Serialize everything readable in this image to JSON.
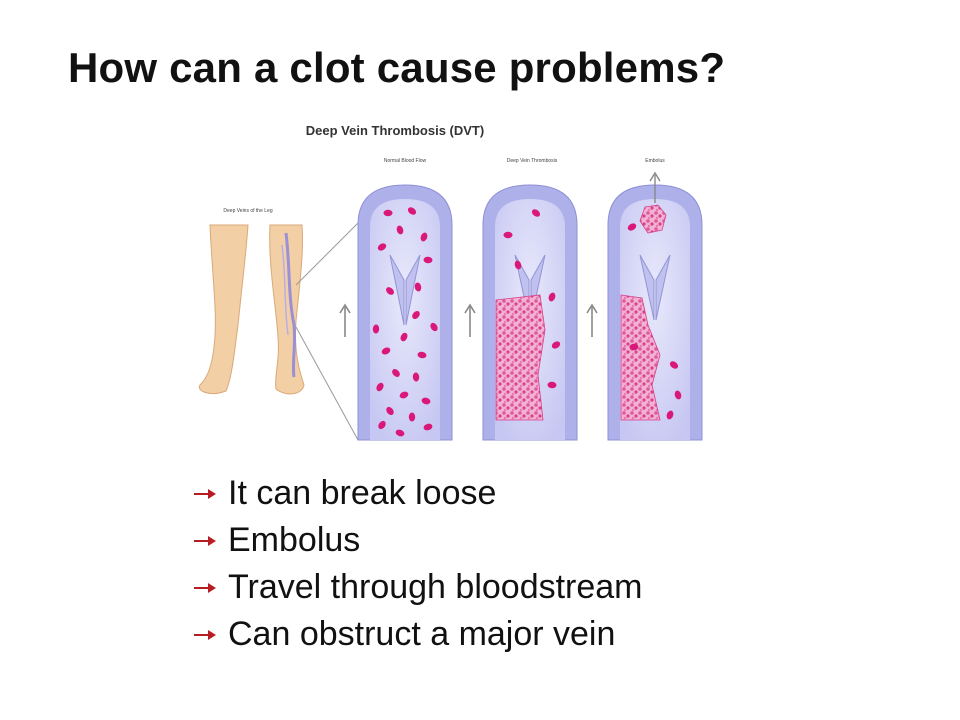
{
  "slide": {
    "title": "How can a clot cause problems?"
  },
  "figure": {
    "title": "Deep Vein Thrombosis (DVT)",
    "leg_label": "Deep Veins of the Leg",
    "panels": [
      {
        "label": "Normal Blood Flow"
      },
      {
        "label": "Deep Vein Thrombosis"
      },
      {
        "label": "Embolus"
      }
    ]
  },
  "bullets": [
    "It can break loose",
    "Embolus",
    "Travel through bloodstream",
    "Can obstruct a major vein"
  ],
  "colors": {
    "bullet_arrow": "#b81d24",
    "vessel_wall": "#aeb0ea",
    "vessel_lumen": "#d6d6f6",
    "blood_cell": "#d9187a",
    "clot": "#ea8fbf",
    "skin": "#f3cfa6"
  }
}
